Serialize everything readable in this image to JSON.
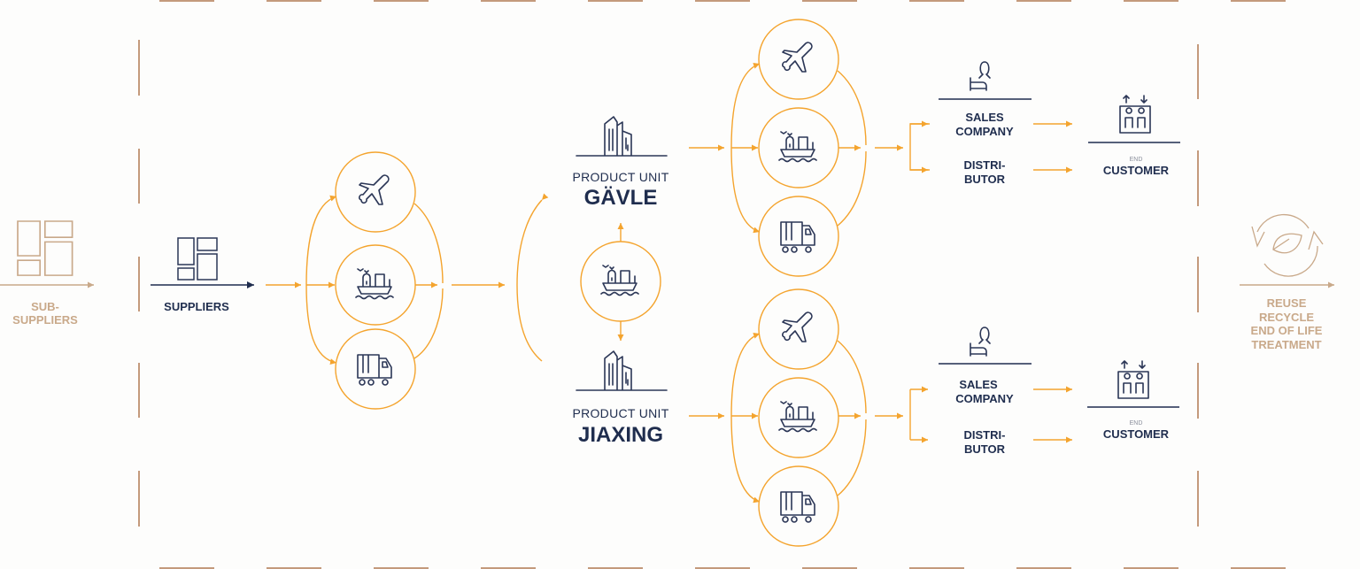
{
  "colors": {
    "accent": "#f4a42e",
    "primary": "#1f2d4e",
    "muted": "#c9a98a",
    "frame": "#c49a7c"
  },
  "sub_suppliers": {
    "line1": "SUB-",
    "line2": "SUPPLIERS",
    "icon": "boxes-icon"
  },
  "suppliers": {
    "label": "SUPPLIERS",
    "icon": "boxes-icon"
  },
  "transport_icons": [
    "plane-icon",
    "ship-icon",
    "truck-icon"
  ],
  "product_units": [
    {
      "line1": "PRODUCT UNIT",
      "name": "GÄVLE",
      "icon": "factory-icon"
    },
    {
      "line1": "PRODUCT UNIT",
      "name": "JIAXING",
      "icon": "factory-icon"
    }
  ],
  "channels": [
    {
      "sales1": "SALES",
      "sales2": "COMPANY",
      "dist1": "DISTRI-",
      "dist2": "BUTOR",
      "end_small": "END",
      "end": "CUSTOMER"
    },
    {
      "sales1": "SALES",
      "sales2": "COMPANY",
      "dist1": "DISTRI-",
      "dist2": "BUTOR",
      "end_small": "END",
      "end": "CUSTOMER"
    }
  ],
  "end_of_life": {
    "lines": [
      "REUSE",
      "RECYCLE",
      "END OF LIFE",
      "TREATMENT"
    ],
    "icon": "recycle-leaf-icon"
  }
}
